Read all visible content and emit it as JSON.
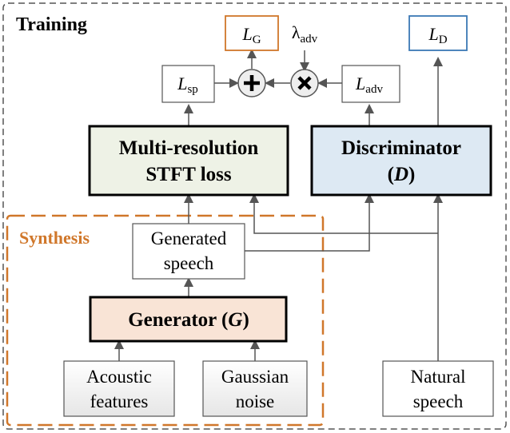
{
  "labels": {
    "training": "Training",
    "synthesis": "Synthesis",
    "loss_g": {
      "main": "L",
      "sub": "G"
    },
    "loss_d": {
      "main": "L",
      "sub": "D"
    },
    "lambda_adv": {
      "main": "λ",
      "sub": "adv"
    },
    "loss_sp": {
      "main": "L",
      "sub": "sp"
    },
    "loss_adv": {
      "main": "L",
      "sub": "adv"
    },
    "plus_symbol": "+",
    "times_symbol": "×",
    "multires_line1": "Multi-resolution",
    "multires_line2": "STFT loss",
    "discriminator_line1": "Discriminator",
    "discriminator_line2": {
      "open": "(",
      "symbol": "D",
      "close": ")"
    },
    "generated_line1": "Generated",
    "generated_line2": "speech",
    "generator": {
      "text": "Generator (",
      "symbol": "G",
      "close": ")"
    },
    "acoustic_line1": "Acoustic",
    "acoustic_line2": "features",
    "gaussian_line1": "Gaussian",
    "gaussian_line2": "noise",
    "natural_line1": "Natural",
    "natural_line2": "speech"
  },
  "colors": {
    "frame_dashed": "#555555",
    "synthesis_border": "#d0772a",
    "loss_g_border": "#d0772a",
    "loss_d_border": "#3b78b5",
    "multires_fill": "#eef2e6",
    "discriminator_fill": "#dde9f3",
    "generator_fill": "#f9e4d6",
    "arrow": "#555555"
  }
}
